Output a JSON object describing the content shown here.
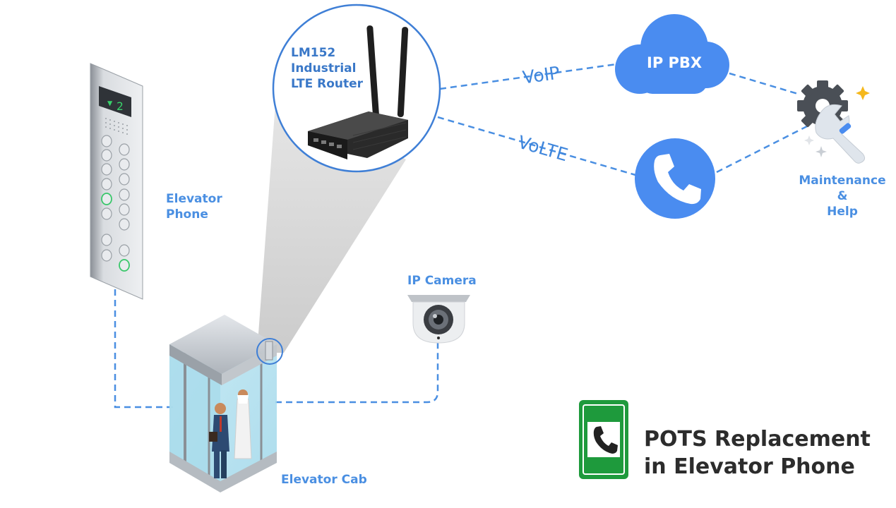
{
  "router": {
    "label": "LM152\nIndustrial\nLTE Router"
  },
  "elevator_phone": {
    "label": "Elevator\nPhone",
    "floor_display": "2"
  },
  "elevator_cab": {
    "label": "Elevator Cab"
  },
  "ip_camera": {
    "label": "IP Camera"
  },
  "ip_pbx": {
    "label": "IP PBX"
  },
  "links": {
    "voip": "VoIP",
    "volte": "VoLTE"
  },
  "maintenance": {
    "label": "Maintenance\n&\nHelp"
  },
  "title": {
    "text": "POTS Replacement\nin Elevator Phone"
  },
  "colors": {
    "accent": "#4a8fe2",
    "cloud": "#4a8cf0",
    "sign_green": "#1e9a3c"
  },
  "icons": [
    "phone-handset-icon",
    "gear-icon",
    "wrench-icon",
    "sparkle-icon",
    "camera-icon",
    "cloud-icon"
  ]
}
